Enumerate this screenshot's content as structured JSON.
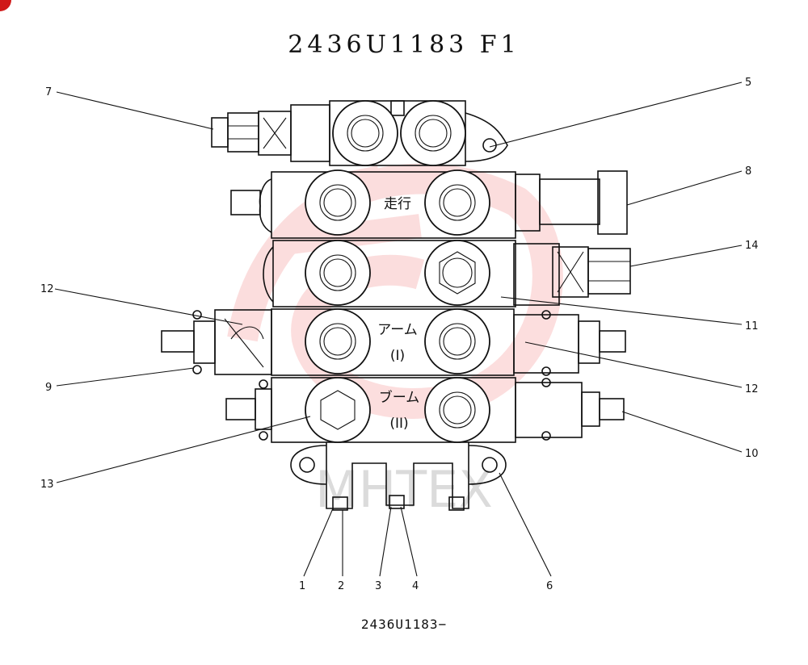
{
  "diagram": {
    "title": "2436U1183 F1",
    "part_code": "2436U1183−",
    "watermark_text": "MHTEX",
    "section_labels": {
      "travel": "走行",
      "arm": "アーム",
      "arm_sub": "(I)",
      "boom": "ブーム",
      "boom_sub": "(II)"
    },
    "callouts": [
      "1",
      "2",
      "3",
      "4",
      "5",
      "6",
      "7",
      "8",
      "9",
      "10",
      "11",
      "12",
      "12",
      "13",
      "14"
    ],
    "colors": {
      "line": "#111111",
      "watermark": "#f06a6a",
      "corner_mark": "#d01818"
    }
  }
}
